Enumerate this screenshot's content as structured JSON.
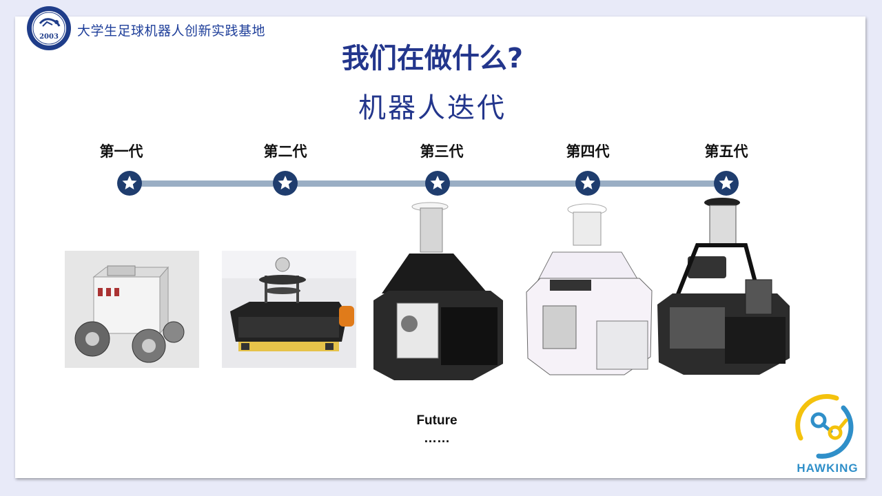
{
  "header": {
    "school_name": "大学生足球机器人创新实践基地",
    "logo_text": "2003"
  },
  "title": "我们在做什么?",
  "subtitle": "机器人迭代",
  "timeline": {
    "generations": [
      {
        "label": "第一代"
      },
      {
        "label": "第二代"
      },
      {
        "label": "第三代"
      },
      {
        "label": "第四代"
      },
      {
        "label": "第五代"
      }
    ],
    "marker_icon": "star-icon"
  },
  "future": {
    "label": "Future",
    "ellipsis": "……"
  },
  "footer": {
    "brand": "HAWKING"
  },
  "colors": {
    "title": "#23368c",
    "timeline_line": "#9aaec4",
    "star_circle": "#1f3d6e",
    "brand_blue": "#2f8fc9",
    "brand_yellow": "#f4c20d"
  }
}
